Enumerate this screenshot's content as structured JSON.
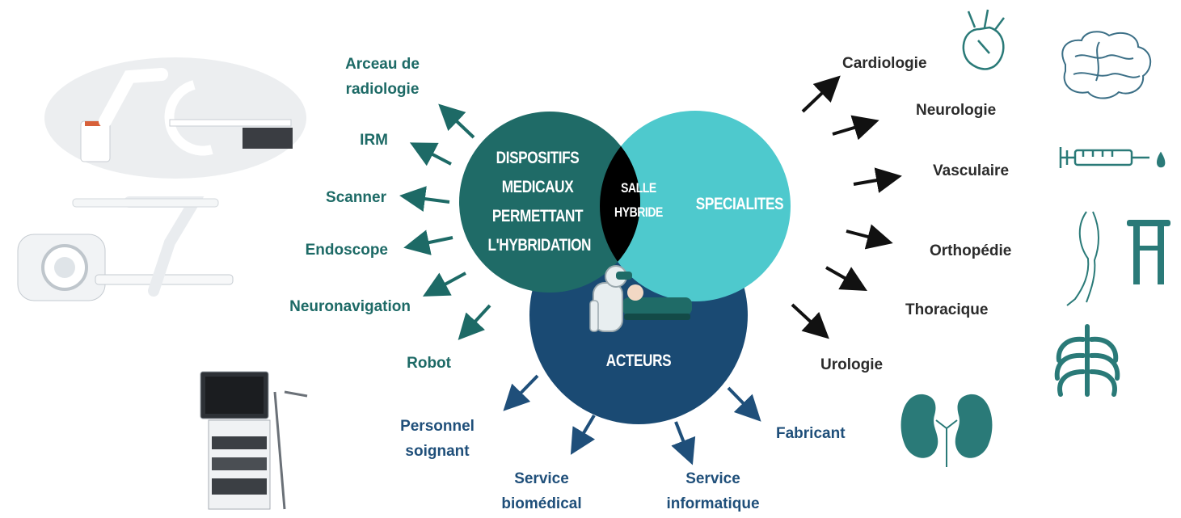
{
  "venn": {
    "dispositifs": "DISPOSITIFS\nMEDICAUX\nPERMETTANT\nL'HYBRIDATION",
    "salle": "SALLE\nHYBRIDE",
    "specialites": "SPECIALITES",
    "acteurs": "ACTEURS"
  },
  "devices": {
    "arceau": "Arceau de\nradiologie",
    "irm": "IRM",
    "scanner": "Scanner",
    "endoscope": "Endoscope",
    "neuronavigation": "Neuronavigation",
    "robot": "Robot"
  },
  "specialties": {
    "cardiologie": "Cardiologie",
    "neurologie": "Neurologie",
    "vasculaire": "Vasculaire",
    "orthopedie": "Orthopédie",
    "thoracique": "Thoracique",
    "urologie": "Urologie"
  },
  "actors": {
    "personnel": "Personnel\nsoignant",
    "biomedical": "Service\nbiomédical",
    "informatique": "Service\ninformatique",
    "fabricant": "Fabricant"
  },
  "colors": {
    "devices_circle": "#1f6b67",
    "specialties_circle": "#4ec9cd",
    "actors_circle": "#1a4a73",
    "overlap": "#000000",
    "device_arrow": "#1d6a66",
    "specialty_arrow": "#111111",
    "actor_arrow": "#1f4f7a",
    "organ_icon": "#2a7a78"
  }
}
